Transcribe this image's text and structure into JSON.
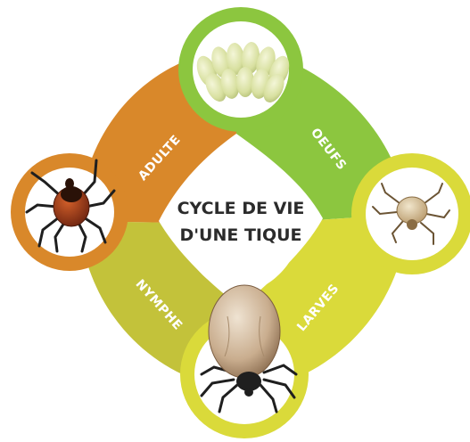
{
  "title": {
    "line1": "CYCLE DE VIE",
    "line2": "D'UNE TIQUE"
  },
  "stages": [
    {
      "id": "oeufs",
      "label": "OEUFS",
      "color": "#8cc63f"
    },
    {
      "id": "larves",
      "label": "LARVES",
      "color": "#d9d933"
    },
    {
      "id": "nymphe",
      "label": "NYMPHE",
      "color": "#c8c834"
    },
    {
      "id": "adulte",
      "label": "ADULTE",
      "color": "#d9882a"
    }
  ],
  "colors": {
    "green": "#8cc63f",
    "yellow": "#dada3a",
    "olive": "#c3c23a",
    "orange": "#d9882a",
    "text_dark": "#2b2b2b"
  }
}
